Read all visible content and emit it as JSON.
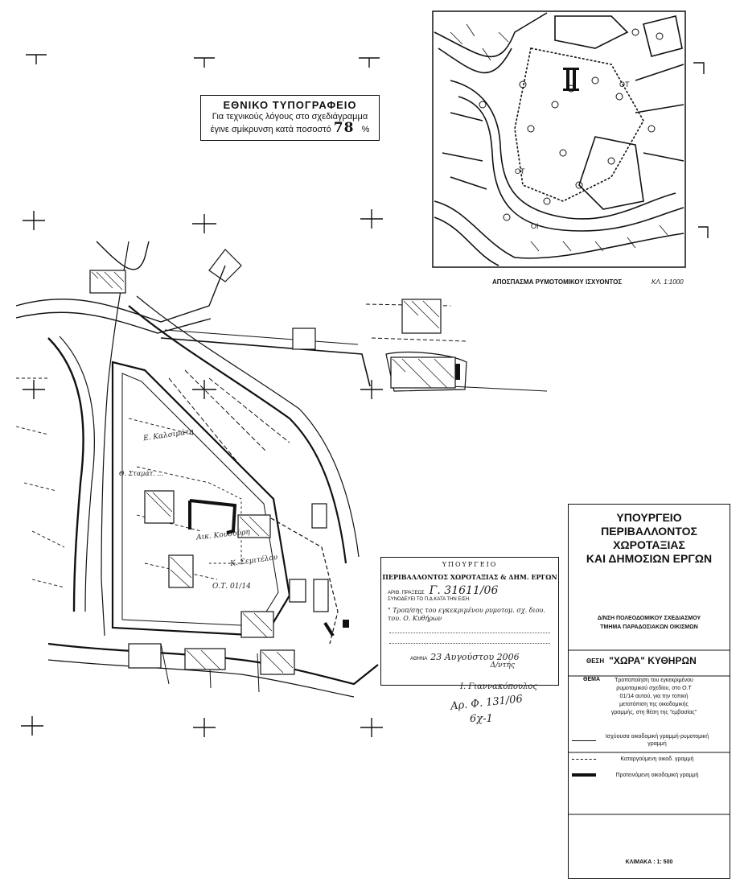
{
  "printing_notice": {
    "title": "ΕΘΝΙΚΟ ΤΥΠΟΓΡΑΦΕΙΟ",
    "line1": "Για τεχνικούς λόγους στο σχεδιάγραμμα",
    "line2_prefix": "έγινε σμίκρυνση κατά ποσοστό",
    "percent_value": "78",
    "percent_sign": "%"
  },
  "inset": {
    "caption": "ΑΠΟΣΠΑΣΜΑ ΡΥΜΟΤΟΜΙΚΟΥ ΙΣΧΥΟΝΤΟΣ",
    "scale": "ΚΛ. 1:1000",
    "block_label": "ΟΤ",
    "block_label_2": "ΟΙ",
    "numeral": "II"
  },
  "map_labels": {
    "label_1": "Ε. Καλσιμάτη",
    "label_2": "Θ. Σταμάτ. ...",
    "label_3": "Αικ. Κουσούρη",
    "label_4": "Κ. Σεμιτέλου",
    "block": "Ο.Τ. 01/14"
  },
  "stamp": {
    "header": "ΥΠΟΥΡΓΕΙΟ",
    "org": "ΠΕΡΙΒΑΛΛΟΝΤΟΣ ΧΩΡΟΤΑΞΙΑΣ & ΔΗΜ. ΕΡΓΩΝ",
    "arith_label": "ΑΡΙΘ. ΠΡΑΞΕΩΣ",
    "arith_value": "Γ. 31611/06",
    "synodevei_label": "ΣΥΝΟΔΕΥΕΙ ΤΟ Π.Δ.ΚΑΤΑ ΤΗΝ ΕΙΣΗ.",
    "synodevei_value": "\" Τροπ/σης του εγκεκριμένου ρυμοτομ. σχ. διου. του. Ο. Κυθήρων",
    "date_label": "ΑΘΗΝΑ",
    "date_value": "23 Αυγούστου 2006",
    "director": "Δ/ντής",
    "signature": "Ι. Γιαννακόπουλος",
    "ref_1": "Αρ. Φ. 131/06",
    "ref_2": "6χ-1"
  },
  "title_block": {
    "ministry_lines": [
      "ΥΠΟΥΡΓΕΙΟ",
      "ΠΕΡΙΒΑΛΛΟΝΤΟΣ",
      "ΧΩΡΟΤΑΞΙΑΣ",
      "ΚΑΙ ΔΗΜΟΣΙΩΝ ΕΡΓΩΝ"
    ],
    "dept_1": "Δ/ΝΣΗ ΠΟΛΕΟΔΟΜΙΚΟΥ ΣΧΕΔΙΑΣΜΟΥ",
    "dept_2": "ΤΜΗΜΑ ΠΑΡΑΔΟΣΙΑΚΩΝ ΟΙΚΙΣΜΩΝ",
    "location_label": "ΘΕΣΗ",
    "location_value": "\"ΧΩΡΑ\" ΚΥΘΗΡΩΝ",
    "subject_label": "ΘΕΜΑ",
    "subject_text": "Τροποποίηση του εγκεκριμένου ρυμοτομικού σχεδίου, στο Ο.Τ 01/14 αυτού, για την τοπική μετατόπιση της οικοδομικής γραμμής, στη θέση της \"εμβασίας\"",
    "legend": [
      {
        "style": "solid",
        "text": "Ισχύουσα οικοδομική γραμμή-ρυμοτομική γραμμή"
      },
      {
        "style": "dashed",
        "text": "Καταργούμενη οικοδ. γραμμή"
      },
      {
        "style": "thick",
        "text": "Προτεινόμενη οικοδομική γραμμή"
      }
    ],
    "scale": "ΚΛΙΜΑΚΑ : 1: 500"
  }
}
